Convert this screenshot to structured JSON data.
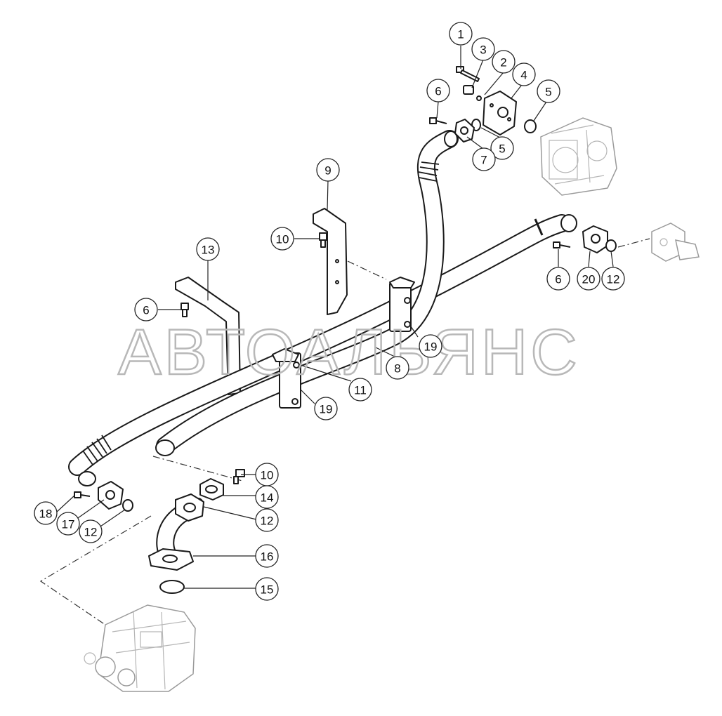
{
  "watermark": "АВТОАЛЬЯНС",
  "callouts": [
    {
      "id": "c1",
      "label": "1"
    },
    {
      "id": "c2",
      "label": "2"
    },
    {
      "id": "c3",
      "label": "3"
    },
    {
      "id": "c4",
      "label": "4"
    },
    {
      "id": "c5a",
      "label": "5"
    },
    {
      "id": "c5b",
      "label": "5"
    },
    {
      "id": "c6a",
      "label": "6"
    },
    {
      "id": "c6b",
      "label": "6"
    },
    {
      "id": "c6c",
      "label": "6"
    },
    {
      "id": "c7",
      "label": "7"
    },
    {
      "id": "c8",
      "label": "8"
    },
    {
      "id": "c9",
      "label": "9"
    },
    {
      "id": "c10a",
      "label": "10"
    },
    {
      "id": "c10b",
      "label": "10"
    },
    {
      "id": "c11",
      "label": "11"
    },
    {
      "id": "c12a",
      "label": "12"
    },
    {
      "id": "c12b",
      "label": "12"
    },
    {
      "id": "c12c",
      "label": "12"
    },
    {
      "id": "c13",
      "label": "13"
    },
    {
      "id": "c14",
      "label": "14"
    },
    {
      "id": "c15",
      "label": "15"
    },
    {
      "id": "c16",
      "label": "16"
    },
    {
      "id": "c17",
      "label": "17"
    },
    {
      "id": "c18",
      "label": "18"
    },
    {
      "id": "c19a",
      "label": "19"
    },
    {
      "id": "c19b",
      "label": "19"
    },
    {
      "id": "c20",
      "label": "20"
    }
  ],
  "colors": {
    "line": "#1a1a1a",
    "ghost": "#9a9a9a",
    "watermark": "#b8b8b8"
  }
}
